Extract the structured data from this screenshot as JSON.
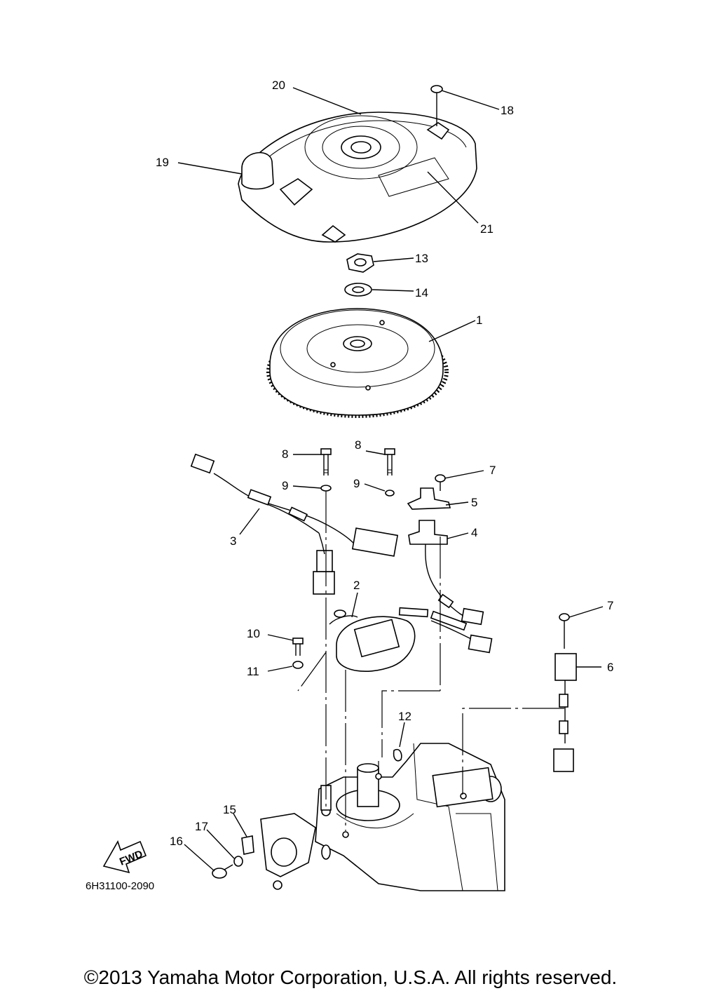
{
  "diagram": {
    "code": "6H31100-2090",
    "direction_label": "FWD",
    "callouts": [
      "1",
      "2",
      "3",
      "4",
      "5",
      "6",
      "7",
      "7",
      "8",
      "8",
      "9",
      "9",
      "10",
      "11",
      "12",
      "13",
      "14",
      "15",
      "16",
      "17",
      "18",
      "19",
      "20",
      "21"
    ]
  },
  "footer": {
    "copyright": "©2013 Yamaha Motor Corporation, U.S.A. All rights reserved."
  }
}
